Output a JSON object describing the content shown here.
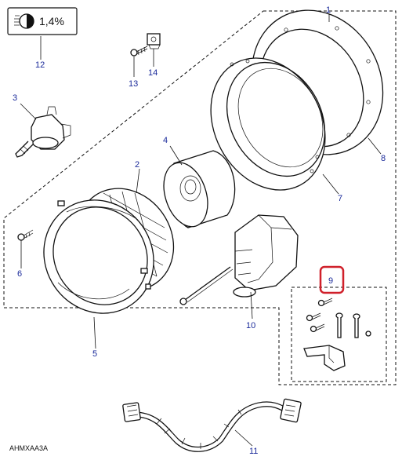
{
  "badge": {
    "value": "1,4%",
    "icon": "headlamp-icon"
  },
  "callouts": {
    "c1": "1",
    "c2": "2",
    "c3": "3",
    "c4": "4",
    "c5": "5",
    "c6": "6",
    "c7": "7",
    "c8": "8",
    "c9": "9",
    "c10": "10",
    "c11": "11",
    "c12": "12",
    "c13": "13",
    "c14": "14"
  },
  "highlight_color": "#d0202a",
  "callout_color": "#1a2a9a",
  "reference_code": "AHMXAA3A"
}
